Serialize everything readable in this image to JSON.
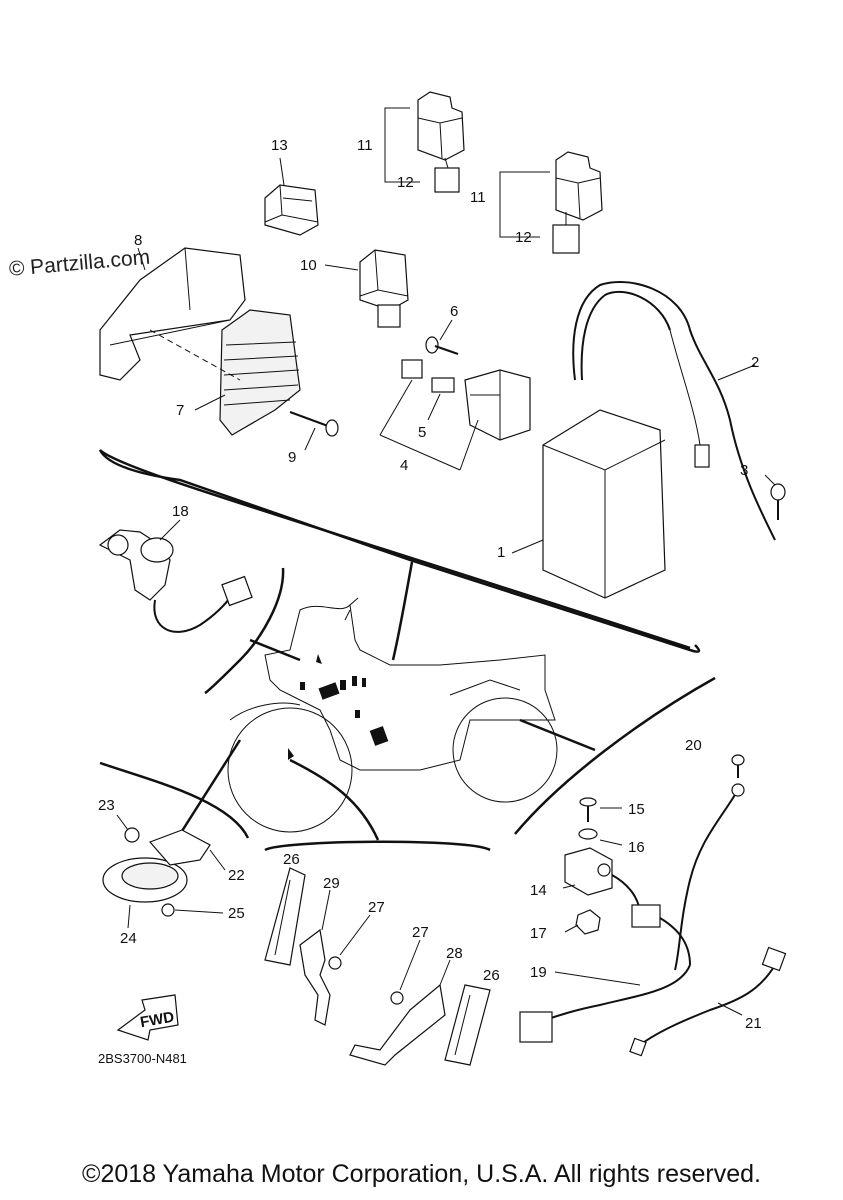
{
  "watermark": "© Partzilla.com",
  "diagram_code": "2BS3700-N481",
  "copyright": "©2018 Yamaha Motor Corporation, U.S.A. All rights reserved.",
  "fwd_label": "FWD",
  "callouts": {
    "c1": "1",
    "c2": "2",
    "c3": "3",
    "c4": "4",
    "c5": "5",
    "c6": "6",
    "c7": "7",
    "c8": "8",
    "c9": "9",
    "c10": "10",
    "c11a": "11",
    "c11b": "11",
    "c12a": "12",
    "c12b": "12",
    "c13": "13",
    "c14": "14",
    "c15": "15",
    "c16": "16",
    "c17": "17",
    "c18": "18",
    "c19": "19",
    "c20": "20",
    "c21": "21",
    "c22": "22",
    "c23": "23",
    "c24": "24",
    "c25": "25",
    "c26a": "26",
    "c26b": "26",
    "c27a": "27",
    "c27b": "27",
    "c28": "28",
    "c29": "29"
  }
}
